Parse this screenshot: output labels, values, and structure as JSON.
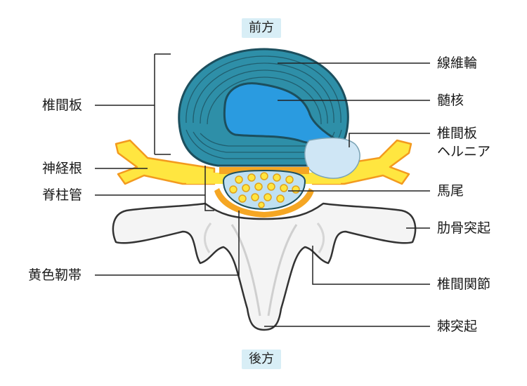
{
  "directions": {
    "front": "前方",
    "back": "後方"
  },
  "labels": {
    "intervertebral_disc": "椎間板",
    "nerve_root": "神経根",
    "spinal_canal": "脊柱管",
    "ligamentum_flavum": "黄色靭帯",
    "annulus_fibrosus": "線維輪",
    "nucleus_pulposus": "髄核",
    "disc_herniation_line1": "椎間板",
    "disc_herniation_line2": "ヘルニア",
    "cauda_equina": "馬尾",
    "transverse_process": "肋骨突起",
    "facet_joint": "椎間関節",
    "spinous_process": "棘突起"
  },
  "colors": {
    "disc_outer": "#2e8fa8",
    "disc_ring_line": "#1c4f5e",
    "nucleus": "#2a9be0",
    "herniation": "#cfe6f5",
    "nerve": "#ffe640",
    "nerve_edge": "#f39a1e",
    "ligament": "#f5a623",
    "canal": "#bfe0f2",
    "cauda_dot": "#ffe640",
    "bone": "#f4f4f4",
    "bone_edge": "#333333",
    "badge_bg": "#d8eef6"
  }
}
